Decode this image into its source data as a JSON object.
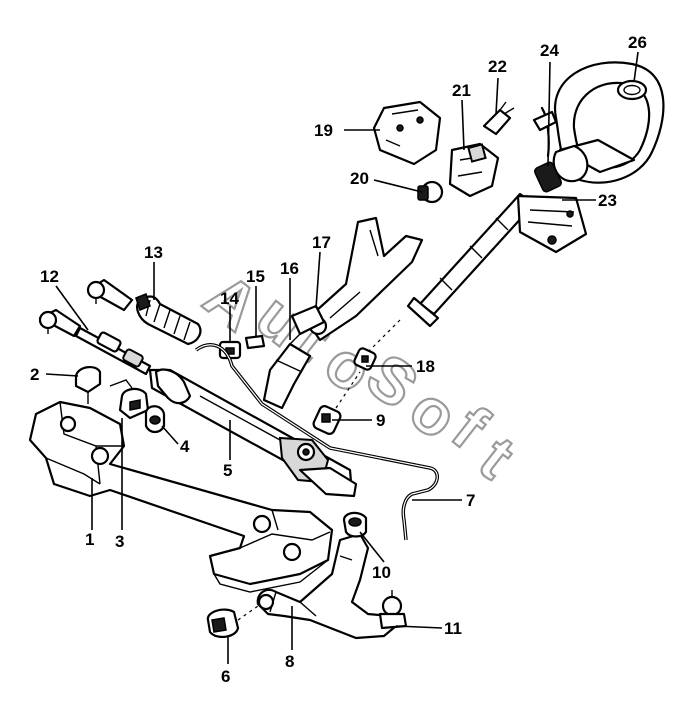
{
  "watermark": {
    "letters": [
      "A",
      "u",
      "t",
      "o",
      "S",
      "o",
      "f",
      "t"
    ]
  },
  "callouts": [
    {
      "id": "1",
      "label": "1"
    },
    {
      "id": "2",
      "label": "2"
    },
    {
      "id": "3",
      "label": "3"
    },
    {
      "id": "4",
      "label": "4"
    },
    {
      "id": "5",
      "label": "5"
    },
    {
      "id": "6",
      "label": "6"
    },
    {
      "id": "7",
      "label": "7"
    },
    {
      "id": "8",
      "label": "8"
    },
    {
      "id": "9",
      "label": "9"
    },
    {
      "id": "10",
      "label": "10"
    },
    {
      "id": "11",
      "label": "11"
    },
    {
      "id": "12",
      "label": "12"
    },
    {
      "id": "13",
      "label": "13"
    },
    {
      "id": "14",
      "label": "14"
    },
    {
      "id": "15",
      "label": "15"
    },
    {
      "id": "16",
      "label": "16"
    },
    {
      "id": "17",
      "label": "17"
    },
    {
      "id": "18",
      "label": "18"
    },
    {
      "id": "19",
      "label": "19"
    },
    {
      "id": "20",
      "label": "20"
    },
    {
      "id": "21",
      "label": "21"
    },
    {
      "id": "22",
      "label": "22"
    },
    {
      "id": "23",
      "label": "23"
    },
    {
      "id": "24",
      "label": "24"
    },
    {
      "id": "26",
      "label": "26"
    }
  ]
}
